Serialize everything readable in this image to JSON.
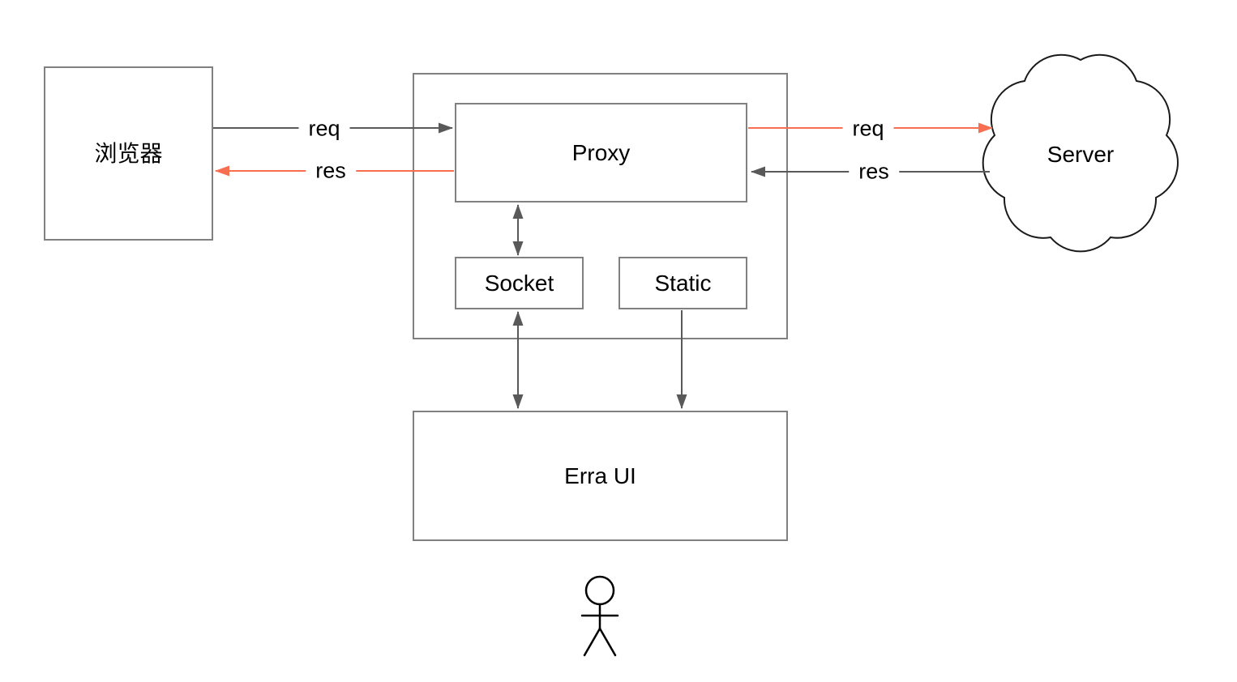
{
  "diagram": {
    "type": "architecture-flow",
    "nodes": {
      "browser": {
        "label": "浏览器",
        "shape": "rectangle"
      },
      "proxy_group": {
        "label": "",
        "shape": "rectangle-container"
      },
      "proxy": {
        "label": "Proxy",
        "shape": "rectangle"
      },
      "socket": {
        "label": "Socket",
        "shape": "rectangle"
      },
      "static": {
        "label": "Static",
        "shape": "rectangle"
      },
      "erra_ui": {
        "label": "Erra UI",
        "shape": "rectangle"
      },
      "server": {
        "label": "Server",
        "shape": "cloud"
      },
      "user": {
        "label": "",
        "shape": "actor-stick-figure"
      }
    },
    "edges": [
      {
        "from": "browser",
        "to": "proxy",
        "label": "req",
        "color": "gray",
        "bidirectional": false
      },
      {
        "from": "proxy",
        "to": "browser",
        "label": "res",
        "color": "orange",
        "bidirectional": false
      },
      {
        "from": "proxy",
        "to": "server",
        "label": "req",
        "color": "orange",
        "bidirectional": false
      },
      {
        "from": "server",
        "to": "proxy",
        "label": "res",
        "color": "gray",
        "bidirectional": false
      },
      {
        "from": "proxy",
        "to": "socket",
        "label": "",
        "color": "gray",
        "bidirectional": true
      },
      {
        "from": "socket",
        "to": "erra_ui",
        "label": "",
        "color": "gray",
        "bidirectional": true
      },
      {
        "from": "static",
        "to": "erra_ui",
        "label": "",
        "color": "gray",
        "bidirectional": false
      }
    ],
    "colors": {
      "edge_gray": "#595959",
      "edge_orange": "#F76E50",
      "box_border": "#808080",
      "cloud_stroke": "#1A1A1A",
      "text_color": "#000000",
      "background": "#FFFFFF"
    }
  }
}
